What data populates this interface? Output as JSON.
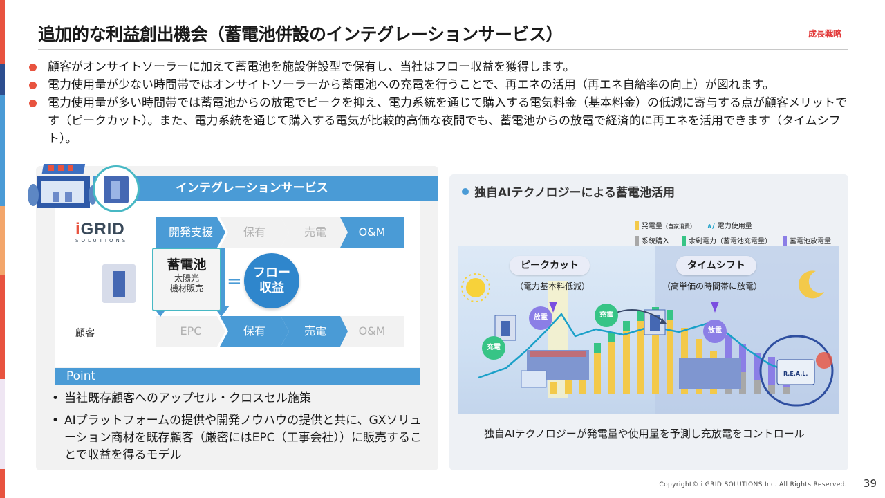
{
  "slide": {
    "title": "追加的な利益創出機会（蓄電池併設のインテグレーションサービス）",
    "tag": "成長戦略",
    "bullets": [
      "顧客がオンサイトソーラーに加えて蓄電池を施設併設型で保有し、当社はフロー収益を獲得します。",
      "電力使用量が少ない時間帯ではオンサイトソーラーから蓄電池への充電を行うことで、再エネの活用（再エネ自給率の向上）が図れます。",
      "電力使用量が多い時間帯では蓄電池からの放電でピークを抑え、電力系統を通じて購入する電気料金（基本料金）の低減に寄与する点が顧客メリットです（ピークカット）。また、電力系統を通じて購入する電気が比較的高価な夜間でも、蓄電池からの放電で経済的に再エネを活用できます（タイムシフト）。"
    ]
  },
  "left": {
    "service_bar": "インテグレーションサービス",
    "logo_main_i": "i",
    "logo_main_rest": "GRID",
    "logo_sub": "SOLUTIONS",
    "company_row": [
      "開発支援",
      "保有",
      "売電",
      "O&M"
    ],
    "customer_label": "顧客",
    "customer_row": [
      "EPC",
      "保有",
      "売電",
      "O&M"
    ],
    "battery_title": "蓄電池",
    "battery_sub1": "太陽光",
    "battery_sub2": "機材販売",
    "equals": "=",
    "flow_line1": "フロー",
    "flow_line2": "収益",
    "point_label": "Point",
    "points": [
      "当社既存顧客へのアップセル・クロスセル施策",
      "AIプラットフォームの提供や開発ノウハウの提供と共に、GXソリューション商材を既存顧客（厳密にはEPC（工事会社））に販売することで収益を得るモデル"
    ],
    "bullet_glyph": "•"
  },
  "right": {
    "title": "独自AIテクノロジーによる蓄電池活用",
    "legend": {
      "gen": "発電量",
      "gen_note": "（自家消費）",
      "usage": "電力使用量",
      "grid": "系統購入",
      "surplus": "余剰電力（蓄電池充電量）",
      "discharge": "蓄電池放電量"
    },
    "peak_cut": "ピークカット",
    "peak_cut_sub": "（電力基本料低減）",
    "time_shift": "タイムシフト",
    "time_shift_sub": "（高単価の時間帯に放電）",
    "bubble_charge": "充電",
    "bubble_discharge": "放電",
    "real_label": "R.E.A.L.",
    "caption": "独自AIテクノロジーが発電量や使用量を予測し充放電をコントロール",
    "colors": {
      "gen": "#f3c94a",
      "usage": "#1aa0c8",
      "grid": "#a8a8a8",
      "surplus": "#37c486",
      "discharge": "#8b7ee6"
    }
  },
  "footer": {
    "copyright": "Copyright© i GRID SOLUTIONS Inc. All Rights Reserved.",
    "page": "39"
  }
}
